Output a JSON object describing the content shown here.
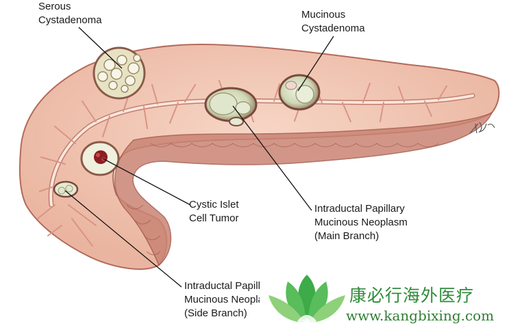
{
  "labels": {
    "serous": "Serous\nCystadenoma",
    "mucinous": "Mucinous\nCystadenoma",
    "cystic_islet": "Cystic Islet\nCell Tumor",
    "ipmn_main": "Intraductal Papillary\nMucinous Neoplasm\n(Main Branch)",
    "ipmn_side": "Intraductal Papillary\nMucinous Neoplasm\n(Side Branch)"
  },
  "watermark": {
    "chinese": "康必行海外医疗",
    "url": "www.kangbixing.com"
  },
  "colors": {
    "tissue": "#f2c3b0",
    "tissue_edge": "#b36a5a",
    "lobule": "#c98474",
    "duct": "#fbe6dd",
    "duct_edge": "#c07c6c",
    "cyst_fill": "#dfe6cc",
    "watermark_green": "#2e8b3a"
  }
}
